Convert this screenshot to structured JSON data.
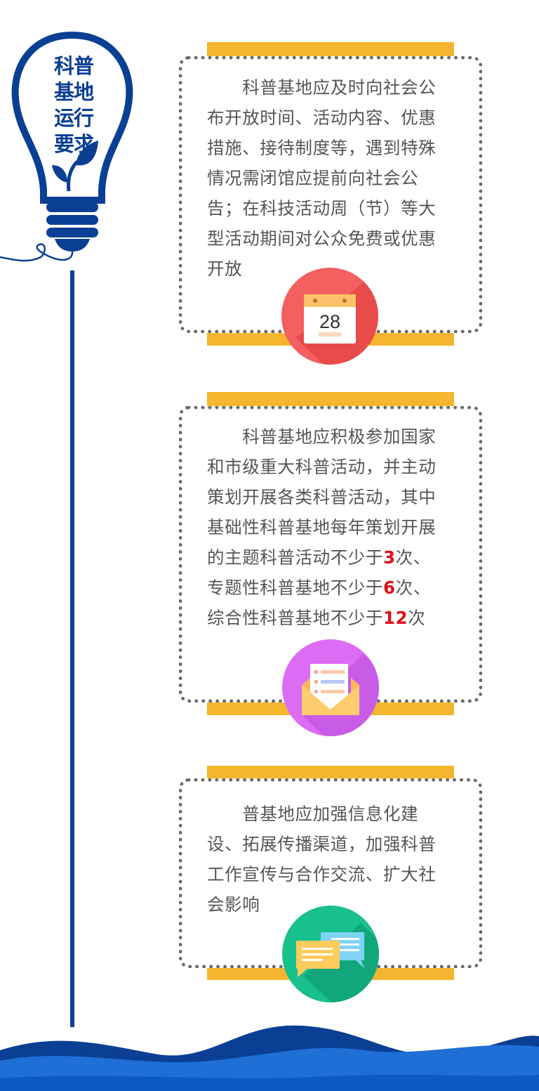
{
  "header": {
    "title_lines": [
      "科普",
      "基地",
      "运行",
      "要求"
    ]
  },
  "cards": [
    {
      "icon": "calendar-icon",
      "icon_text": "28",
      "lines": [
        [
          {
            "t": "　　科普基地应及时向社会公"
          }
        ],
        [
          {
            "t": "布开放时间、活动内容、优惠"
          }
        ],
        [
          {
            "t": "措施、接待制度等，遇到特殊"
          }
        ],
        [
          {
            "t": "情况需闭馆应提前向社会公"
          }
        ],
        [
          {
            "t": "告；在科技活动周（节）等大"
          }
        ],
        [
          {
            "t": "型活动期间对公众免费或优惠"
          }
        ],
        [
          {
            "t": "开放"
          }
        ]
      ]
    },
    {
      "icon": "envelope-letter-icon",
      "lines": [
        [
          {
            "t": "　　科普基地应积极参加国家"
          }
        ],
        [
          {
            "t": "和市级重大科普活动，并主动"
          }
        ],
        [
          {
            "t": "策划开展各类科普活动，其中"
          }
        ],
        [
          {
            "t": "基础性科普基地每年策划开展"
          }
        ],
        [
          {
            "t": "的主题科普活动不少于"
          },
          {
            "t": "3",
            "hl": true
          },
          {
            "t": "次、"
          }
        ],
        [
          {
            "t": "专题性科普基地不少于"
          },
          {
            "t": "6",
            "hl": true
          },
          {
            "t": "次、"
          }
        ],
        [
          {
            "t": "综合性科普基地不少于"
          },
          {
            "t": "12",
            "hl": true
          },
          {
            "t": "次"
          }
        ]
      ]
    },
    {
      "icon": "chat-bubbles-icon",
      "lines": [
        [
          {
            "t": "　　普基地应加强信息化建"
          }
        ],
        [
          {
            "t": "设、拓展传播渠道，加强科普"
          }
        ],
        [
          {
            "t": "工作宣传与合作交流、扩大社"
          }
        ],
        [
          {
            "t": "会影响"
          }
        ]
      ]
    }
  ],
  "colors": {
    "brand_blue": "#0b3f94",
    "accent_yellow": "#f5b52e",
    "highlight_red": "#e0101a",
    "calendar_circle": "#f45f5f",
    "envelope_circle": "#dd6cf5",
    "chat_circle": "#18c08e"
  }
}
